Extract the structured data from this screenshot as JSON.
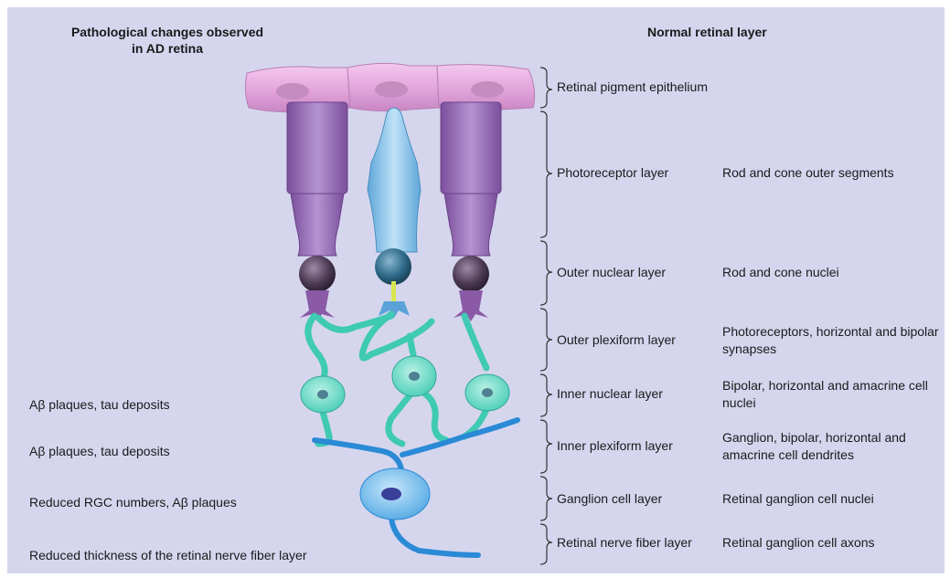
{
  "headers": {
    "pathology_line1": "Pathological changes observed",
    "pathology_line2": "in AD retina",
    "normal": "Normal retinal layer"
  },
  "layers": [
    {
      "name": "Retinal pigment epithelium",
      "description": ""
    },
    {
      "name": "Photoreceptor layer",
      "description": "Rod and cone outer segments"
    },
    {
      "name": "Outer nuclear layer",
      "description": "Rod and cone nuclei"
    },
    {
      "name": "Outer plexiform layer",
      "description": "Photoreceptors, horizontal and bipolar synapses"
    },
    {
      "name": "Inner nuclear layer",
      "description": "Bipolar, horizontal and amacrine cell nuclei"
    },
    {
      "name": "Inner plexiform layer",
      "description": "Ganglion, bipolar, horizontal and amacrine cell dendrites"
    },
    {
      "name": "Ganglion cell layer",
      "description": "Retinal ganglion cell nuclei"
    },
    {
      "name": "Retinal nerve fiber layer",
      "description": "Retinal ganglion cell axons"
    }
  ],
  "pathology": {
    "inner_nuclear": "Aβ plaques, tau deposits",
    "inner_plexiform": "Aβ plaques, tau deposits",
    "ganglion": "Reduced RGC numbers, Aβ plaques",
    "nerve_fiber": "Reduced thickness of the retinal nerve fiber layer"
  },
  "colors": {
    "background": "#d5d6ee",
    "rpe": "#e4a6dc",
    "rod": "#9b6fbb",
    "cone": "#8ec6ec",
    "bipolar": "#3fcab3",
    "ganglion": "#3a9be0"
  }
}
